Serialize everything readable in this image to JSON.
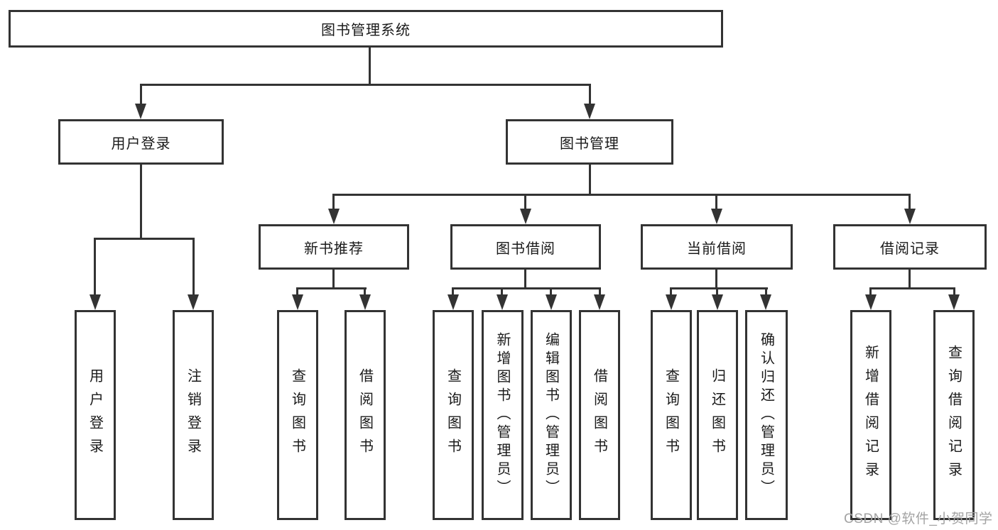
{
  "tree": {
    "root": {
      "label": "图书管理系统",
      "children": [
        {
          "label": "用户登录",
          "children": [
            {
              "label": "用户登录"
            },
            {
              "label": "注销登录"
            }
          ]
        },
        {
          "label": "图书管理",
          "children": [
            {
              "label": "新书推荐",
              "children": [
                {
                  "label": "查询图书"
                },
                {
                  "label": "借阅图书"
                }
              ]
            },
            {
              "label": "图书借阅",
              "children": [
                {
                  "label": "查询图书"
                },
                {
                  "label": "新增图书（管理员）"
                },
                {
                  "label": "编辑图书（管理员）"
                },
                {
                  "label": "借阅图书"
                }
              ]
            },
            {
              "label": "当前借阅",
              "children": [
                {
                  "label": "查询图书"
                },
                {
                  "label": "归还图书"
                },
                {
                  "label": "确认归还（管理员）"
                }
              ]
            },
            {
              "label": "借阅记录",
              "children": [
                {
                  "label": "新增借阅记录"
                },
                {
                  "label": "查询借阅记录"
                }
              ]
            }
          ]
        }
      ]
    }
  },
  "watermark": {
    "text": "CSDN @软件_小贺同学"
  },
  "colors": {
    "line": "#333333",
    "text": "#1a1a1a",
    "watermark": "#a3a3a3",
    "background": "#ffffff"
  }
}
